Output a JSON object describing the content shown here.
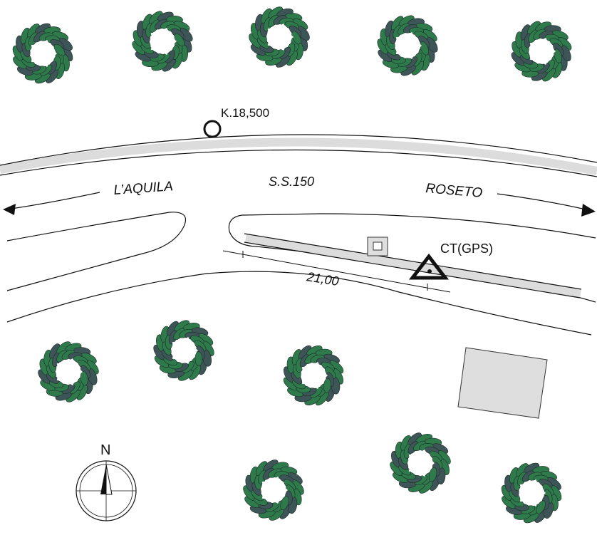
{
  "labels": {
    "km_marker": "K.18,500",
    "road_name": "S.S.150",
    "west_destination": "L’AQUILA",
    "east_destination": "ROSETO",
    "control_point": "CT(GPS)",
    "distance": "21,00",
    "north": "N"
  },
  "colors": {
    "tree_dark": "#3d5556",
    "tree_green": "#2e7a4a",
    "road_strip": "#dcdcdc",
    "building_fill": "#dedede",
    "line": "#111111"
  },
  "icons": {
    "tree": "tree-icon",
    "km_marker": "circle-marker-icon",
    "control_point": "triangle-benchmark-icon",
    "compass": "north-arrow-compass-icon"
  }
}
